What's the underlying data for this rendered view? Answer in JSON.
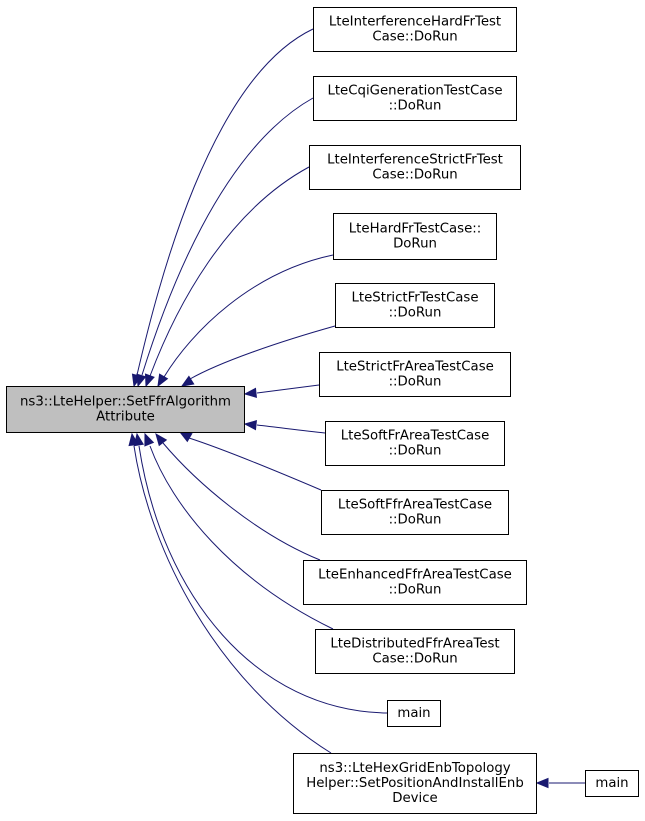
{
  "graph": {
    "colors": {
      "edge": "#191970",
      "focus_fill": "#bfbfbf",
      "node_fill": "#ffffff",
      "node_stroke": "#000000"
    },
    "nodes": [
      {
        "id": "focus",
        "lines": [
          "ns3::LteHelper::SetFfrAlgorithm",
          "Attribute"
        ],
        "focus": true
      },
      {
        "id": "c1",
        "lines": [
          "LteInterferenceHardFrTest",
          "Case::DoRun"
        ]
      },
      {
        "id": "c2",
        "lines": [
          "LteCqiGenerationTestCase",
          "::DoRun"
        ]
      },
      {
        "id": "c3",
        "lines": [
          "LteInterferenceStrictFrTest",
          "Case::DoRun"
        ]
      },
      {
        "id": "c4",
        "lines": [
          "LteHardFrTestCase::",
          "DoRun"
        ]
      },
      {
        "id": "c5",
        "lines": [
          "LteStrictFrTestCase",
          "::DoRun"
        ]
      },
      {
        "id": "c6",
        "lines": [
          "LteStrictFrAreaTestCase",
          "::DoRun"
        ]
      },
      {
        "id": "c7",
        "lines": [
          "LteSoftFrAreaTestCase",
          "::DoRun"
        ]
      },
      {
        "id": "c8",
        "lines": [
          "LteSoftFfrAreaTestCase",
          "::DoRun"
        ]
      },
      {
        "id": "c9",
        "lines": [
          "LteEnhancedFfrAreaTestCase",
          "::DoRun"
        ]
      },
      {
        "id": "c10",
        "lines": [
          "LteDistributedFfrAreaTest",
          "Case::DoRun"
        ]
      },
      {
        "id": "c11",
        "lines": [
          "main"
        ]
      },
      {
        "id": "c12",
        "lines": [
          "ns3::LteHexGridEnbTopology",
          "Helper::SetPositionAndInstallEnb",
          "Device"
        ]
      },
      {
        "id": "c13",
        "lines": [
          "main"
        ]
      }
    ],
    "edges": [
      {
        "from": "c1",
        "to": "focus"
      },
      {
        "from": "c2",
        "to": "focus"
      },
      {
        "from": "c3",
        "to": "focus"
      },
      {
        "from": "c4",
        "to": "focus"
      },
      {
        "from": "c5",
        "to": "focus"
      },
      {
        "from": "c6",
        "to": "focus"
      },
      {
        "from": "c7",
        "to": "focus"
      },
      {
        "from": "c8",
        "to": "focus"
      },
      {
        "from": "c9",
        "to": "focus"
      },
      {
        "from": "c10",
        "to": "focus"
      },
      {
        "from": "c11",
        "to": "focus"
      },
      {
        "from": "c12",
        "to": "focus"
      },
      {
        "from": "c13",
        "to": "c12"
      }
    ]
  }
}
